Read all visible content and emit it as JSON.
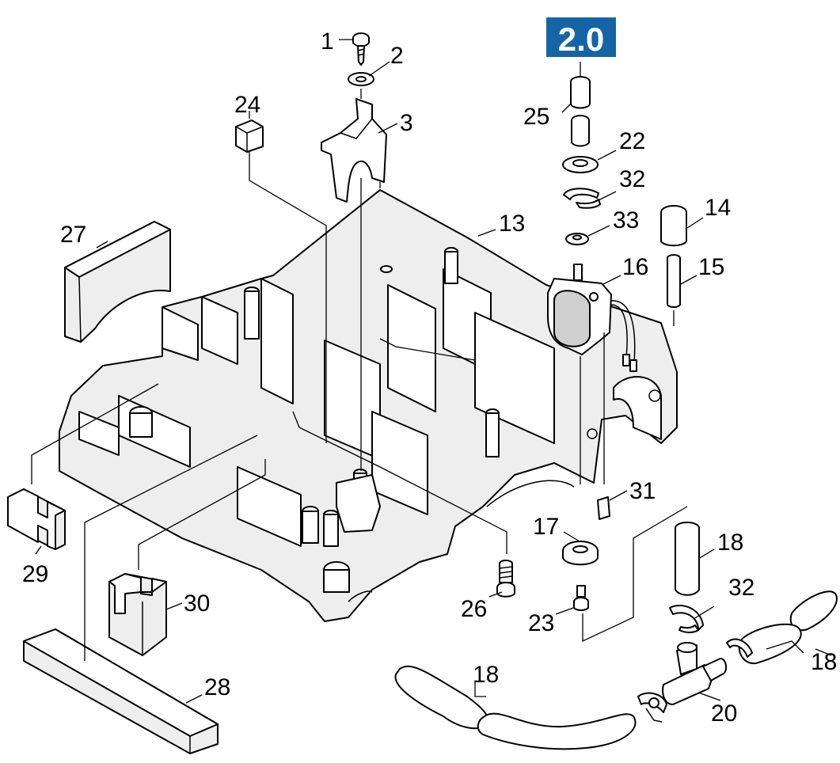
{
  "section_badge": {
    "label": "2.0",
    "color": "#1565a6"
  },
  "callouts": [
    {
      "id": "c1",
      "label": "1"
    },
    {
      "id": "c2",
      "label": "2"
    },
    {
      "id": "c3",
      "label": "3"
    },
    {
      "id": "c24",
      "label": "24"
    },
    {
      "id": "c25",
      "label": "25"
    },
    {
      "id": "c22",
      "label": "22"
    },
    {
      "id": "c32a",
      "label": "32"
    },
    {
      "id": "c14",
      "label": "14"
    },
    {
      "id": "c33",
      "label": "33"
    },
    {
      "id": "c13",
      "label": "13"
    },
    {
      "id": "c27",
      "label": "27"
    },
    {
      "id": "c16",
      "label": "16"
    },
    {
      "id": "c15",
      "label": "15"
    },
    {
      "id": "c31",
      "label": "31"
    },
    {
      "id": "c17",
      "label": "17"
    },
    {
      "id": "c18a",
      "label": "18"
    },
    {
      "id": "c29",
      "label": "29"
    },
    {
      "id": "c32b",
      "label": "32"
    },
    {
      "id": "c30",
      "label": "30"
    },
    {
      "id": "c26",
      "label": "26"
    },
    {
      "id": "c23",
      "label": "23"
    },
    {
      "id": "c18b",
      "label": "18"
    },
    {
      "id": "c18c",
      "label": "18"
    },
    {
      "id": "c28",
      "label": "28"
    },
    {
      "id": "c20",
      "label": "20"
    }
  ]
}
